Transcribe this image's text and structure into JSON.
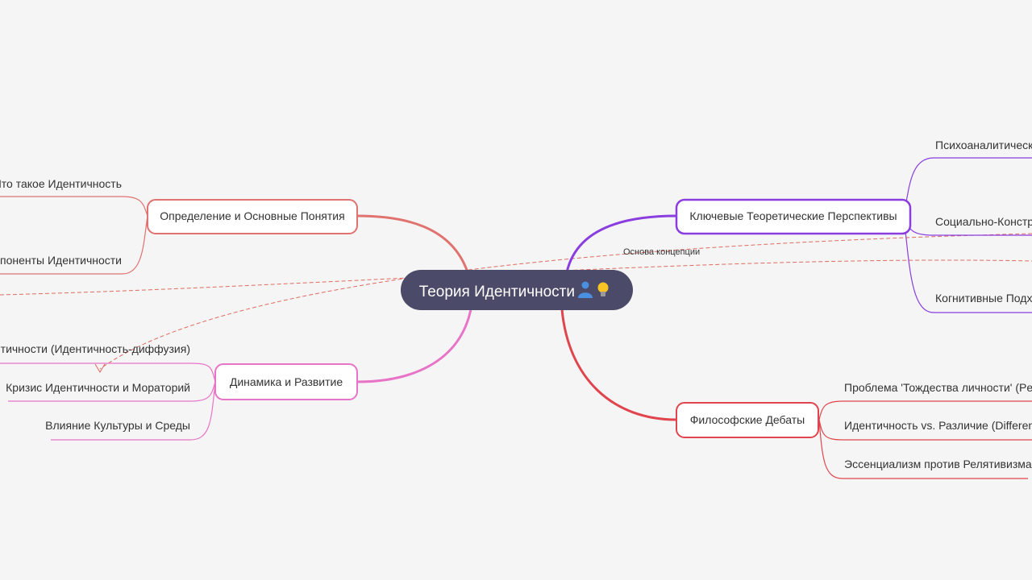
{
  "root": {
    "label": "Теория Идентичности",
    "icons": [
      "person-icon",
      "lightbulb-icon"
    ]
  },
  "branches": [
    {
      "id": "definition",
      "label": "Определение и Основные Понятия",
      "color": "#e0736f",
      "children": [
        "Что такое Идентичность",
        "Компоненты Идентичности"
      ]
    },
    {
      "id": "dynamics",
      "label": "Динамика и Развитие",
      "color": "#e874c8",
      "children": [
        "Кризис Идентичности (Идентичность-диффузия)",
        "Кризис Идентичности и Мораторий",
        "Влияние Культуры и Среды"
      ]
    },
    {
      "id": "perspectives",
      "label": "Ключевые Теоретические Перспективы",
      "color": "#8a3ee0",
      "children": [
        "Психоаналитические Подходы",
        "Социально-Конструктивистские Подходы",
        "Когнитивные Подходы"
      ]
    },
    {
      "id": "debates",
      "label": "Философские Дебаты",
      "color": "#e0454d",
      "children": [
        "Проблема 'Тождества личности' (Personal Identity)",
        "Идентичность vs. Различие (Difference)",
        "Эссенциализм против Релятивизма"
      ]
    }
  ],
  "relationship": {
    "label": "Основа концепции",
    "color": "#e06a5f"
  }
}
